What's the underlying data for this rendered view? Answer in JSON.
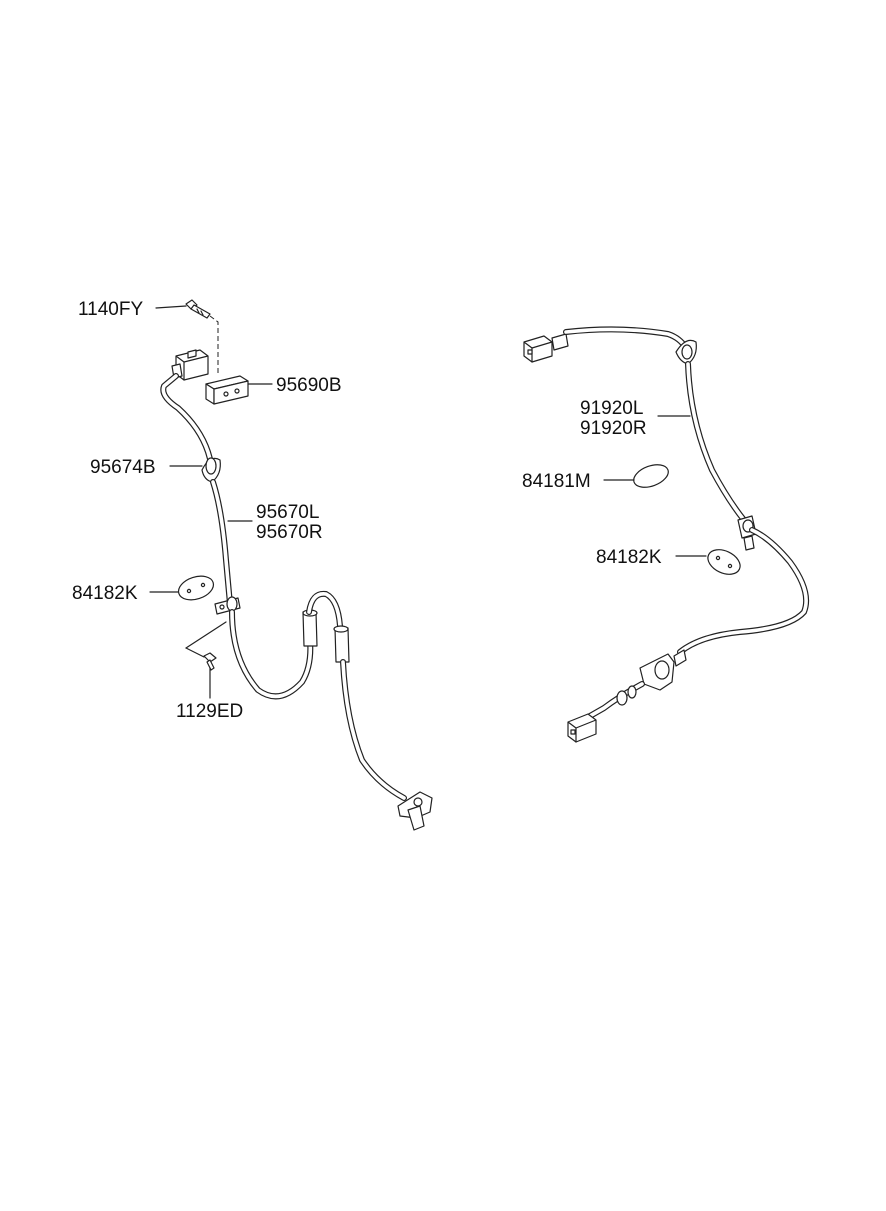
{
  "labels": {
    "p1140FY": "1140FY",
    "p95690B": "95690B",
    "p95674B": "95674B",
    "p95670L": "95670L",
    "p95670R": "95670R",
    "p84182K_left": "84182K",
    "p1129ED": "1129ED",
    "p91920L": "91920L",
    "p91920R": "91920R",
    "p84181M": "84181M",
    "p84182K_right": "84182K"
  }
}
